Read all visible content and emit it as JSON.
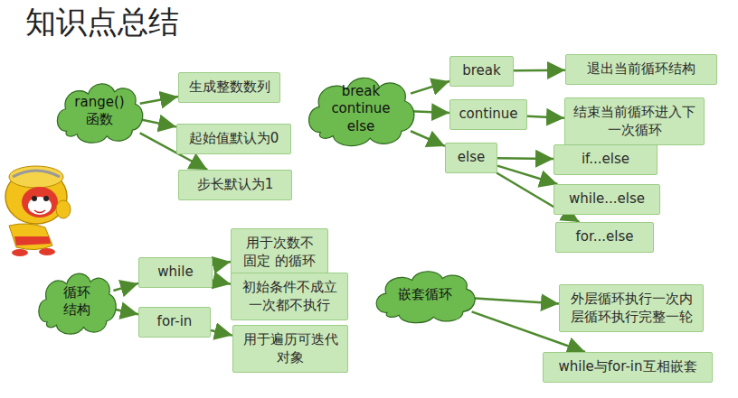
{
  "diagram": {
    "title": "知识点总结",
    "nodes": [
      {
        "text": [
          "range() 函数"
        ]
      },
      {
        "text": [
          "生成整数数列"
        ]
      },
      {
        "text": [
          "起始值默认为0"
        ]
      },
      {
        "text": [
          "步长默认为1"
        ]
      },
      {
        "text": [
          "break continue else"
        ]
      },
      {
        "text": [
          "break"
        ]
      },
      {
        "text": [
          "退出当前循环结构"
        ]
      },
      {
        "text": [
          "continue"
        ]
      },
      {
        "text": [
          "结束当前循环进入下 一次循环"
        ]
      },
      {
        "text": [
          "else"
        ]
      },
      {
        "text": [
          "if...else"
        ]
      },
      {
        "text": [
          "while...else"
        ]
      },
      {
        "text": [
          "for...else"
        ]
      },
      {
        "text": [
          "循环 结构"
        ]
      },
      {
        "text": [
          "while"
        ]
      },
      {
        "text": [
          "用于次数不 固定 的循环"
        ]
      },
      {
        "text": [
          "初始条件不成立 一次都不执行"
        ]
      },
      {
        "text": [
          "for-in"
        ]
      },
      {
        "text": [
          "用于遍历可迭代 对象"
        ]
      },
      {
        "text": [
          "嵌套循环"
        ]
      },
      {
        "text": [
          "外层循环执行一次内 层循环执行完整一轮"
        ]
      },
      {
        "text": [
          "while与for-in互相嵌套"
        ]
      }
    ],
    "edges": [
      {
        "from": 0,
        "to": 1,
        "arrow": "to"
      },
      {
        "from": 0,
        "to": 2,
        "arrow": "to"
      },
      {
        "from": 0,
        "to": 3,
        "arrow": "to"
      },
      {
        "from": 4,
        "to": 5,
        "arrow": "to"
      },
      {
        "from": 4,
        "to": 7,
        "arrow": "to"
      },
      {
        "from": 4,
        "to": 9,
        "arrow": "to"
      },
      {
        "from": 5,
        "to": 6,
        "arrow": "to"
      },
      {
        "from": 7,
        "to": 8,
        "arrow": "to"
      },
      {
        "from": 9,
        "to": 10,
        "arrow": "to"
      },
      {
        "from": 9,
        "to": 11,
        "arrow": "to"
      },
      {
        "from": 9,
        "to": 12,
        "arrow": "to"
      },
      {
        "from": 13,
        "to": 14,
        "arrow": "to"
      },
      {
        "from": 13,
        "to": 17,
        "arrow": "to"
      },
      {
        "from": 14,
        "to": 15,
        "arrow": "to"
      },
      {
        "from": 14,
        "to": 16,
        "arrow": "to"
      },
      {
        "from": 17,
        "to": 18,
        "arrow": "to"
      },
      {
        "from": 19,
        "to": 20,
        "arrow": "to"
      },
      {
        "from": 19,
        "to": 21,
        "arrow": "to"
      }
    ]
  }
}
